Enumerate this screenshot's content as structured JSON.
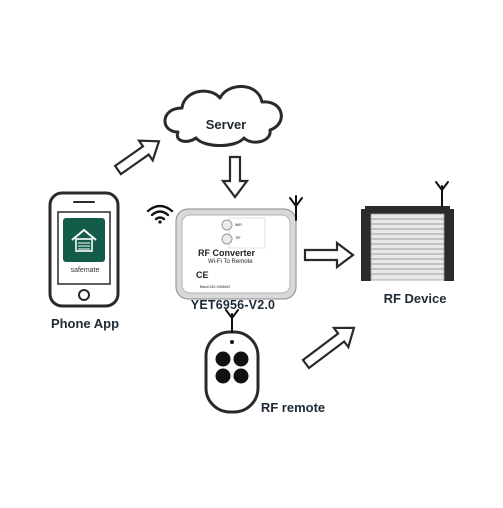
{
  "labels": {
    "server": "Server",
    "phone_app": "Phone App",
    "model": "YET6956-V2.0",
    "rf_device": "RF Device",
    "rf_remote": "RF remote"
  },
  "converter": {
    "title": "RF Converter",
    "subtitle": "Wi-Fi To Remote",
    "wifi_label": "WiFi",
    "rf_label": "RF",
    "ce_mark": "CE",
    "band": "Band:240-930MHZ"
  },
  "phone": {
    "app_name": "safemate"
  },
  "icons": {
    "cloud": "cloud-icon",
    "wifi": "wifi-icon",
    "antenna": "antenna-icon",
    "arrow": "arrow-icon"
  },
  "colors": {
    "outline": "#1f2a36",
    "app_tile": "#145c4a",
    "device_dark": "#2b2b2b",
    "shutter_slat": "#c9c9c9"
  }
}
